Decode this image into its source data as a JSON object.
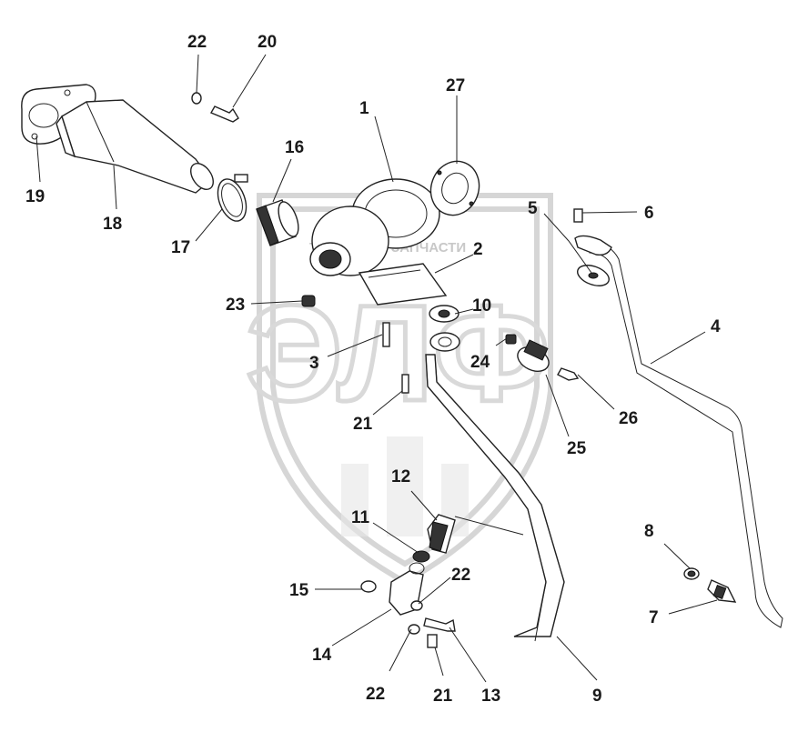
{
  "watermark": {
    "brand_text": "ЭЛФ",
    "subtitle": "ТЕХНИКА И ЗАПЧАСТИ"
  },
  "callouts": [
    {
      "id": "1",
      "text": "1"
    },
    {
      "id": "2",
      "text": "2"
    },
    {
      "id": "3",
      "text": "3"
    },
    {
      "id": "4",
      "text": "4"
    },
    {
      "id": "5",
      "text": "5"
    },
    {
      "id": "6",
      "text": "6"
    },
    {
      "id": "7",
      "text": "7"
    },
    {
      "id": "8",
      "text": "8"
    },
    {
      "id": "9",
      "text": "9"
    },
    {
      "id": "10",
      "text": "10"
    },
    {
      "id": "11",
      "text": "11"
    },
    {
      "id": "12",
      "text": "12"
    },
    {
      "id": "13",
      "text": "13"
    },
    {
      "id": "14",
      "text": "14"
    },
    {
      "id": "15",
      "text": "15"
    },
    {
      "id": "16",
      "text": "16"
    },
    {
      "id": "17",
      "text": "17"
    },
    {
      "id": "18",
      "text": "18"
    },
    {
      "id": "19",
      "text": "19"
    },
    {
      "id": "20",
      "text": "20"
    },
    {
      "id": "21a",
      "text": "21"
    },
    {
      "id": "21b",
      "text": "21"
    },
    {
      "id": "22a",
      "text": "22"
    },
    {
      "id": "22b",
      "text": "22"
    },
    {
      "id": "22c",
      "text": "22"
    },
    {
      "id": "23",
      "text": "23"
    },
    {
      "id": "24",
      "text": "24"
    },
    {
      "id": "25",
      "text": "25"
    },
    {
      "id": "26",
      "text": "26"
    },
    {
      "id": "27",
      "text": "27"
    }
  ]
}
